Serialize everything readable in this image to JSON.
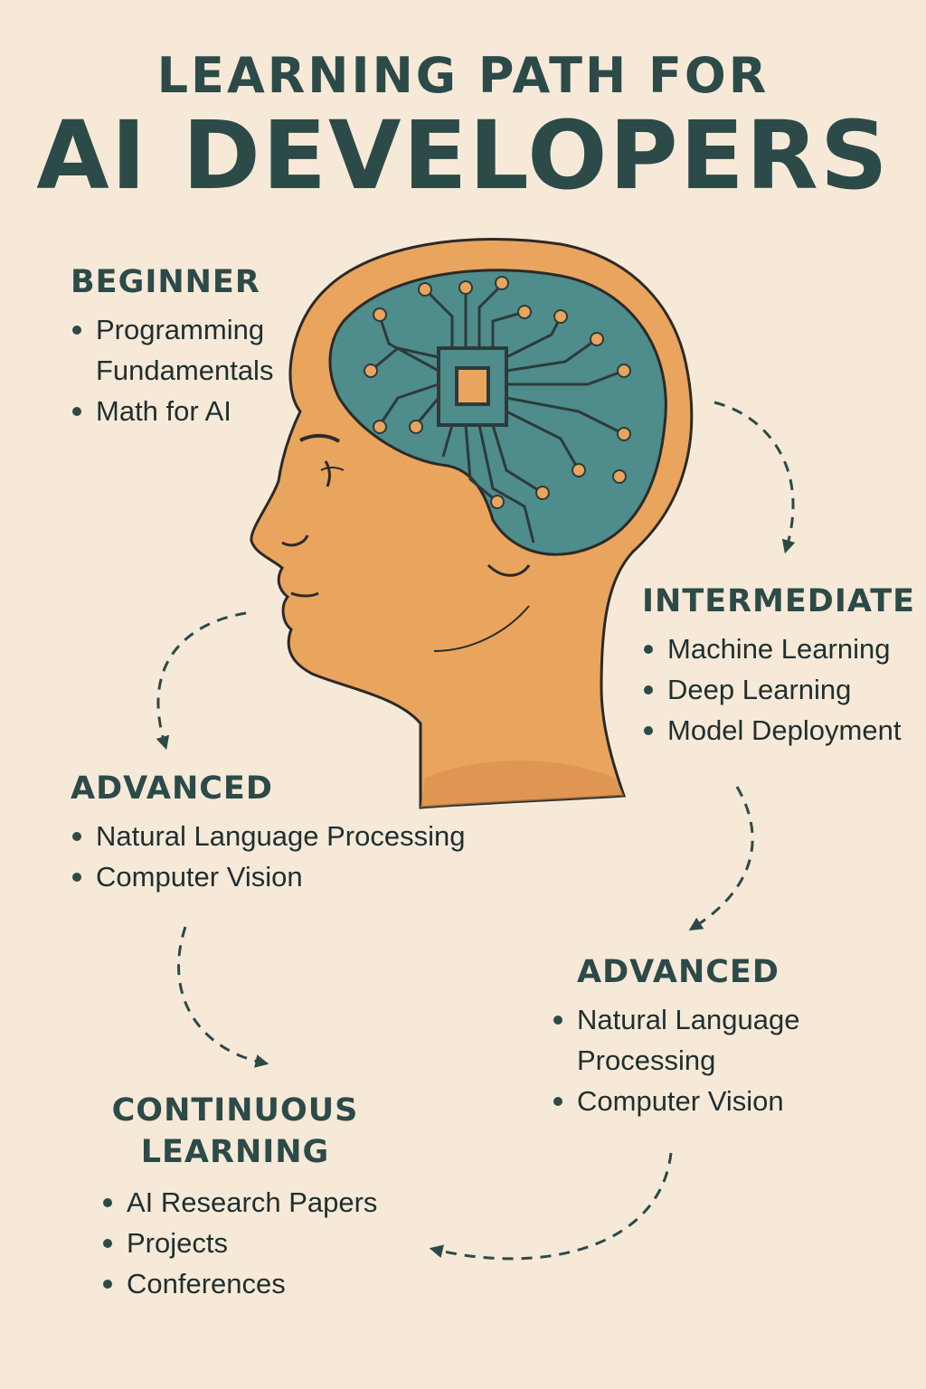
{
  "title": {
    "line1": "LEARNING PATH FOR",
    "line2": "AI DEVELOPERS"
  },
  "stages": {
    "beginner": {
      "heading": "BEGINNER",
      "items": [
        "Programming Fundamentals",
        "Math for AI"
      ]
    },
    "intermediate": {
      "heading": "INTERMEDIATE",
      "items": [
        "Machine Learning",
        "Deep Learning",
        "Model Deployment"
      ]
    },
    "advanced_left": {
      "heading": "ADVANCED",
      "items": [
        "Natural Language Processing",
        "Computer Vision"
      ]
    },
    "advanced_right": {
      "heading": "ADVANCED",
      "items": [
        "Natural Language Processing",
        "Computer Vision"
      ]
    },
    "continuous": {
      "heading_line1": "CONTINUOUS",
      "heading_line2": "LEARNING",
      "items": [
        "AI Research Papers",
        "Projects",
        "Conferences"
      ]
    }
  },
  "colors": {
    "background": "#f6e9d8",
    "heading": "#2c4a48",
    "skin": "#e9a45e",
    "brain": "#4f8c8c",
    "circuit": "#2c3b3a",
    "node": "#e9a45e"
  },
  "icons": [
    "head-profile-icon",
    "brain-circuit-icon",
    "chip-icon",
    "dashed-arrow-icon"
  ]
}
